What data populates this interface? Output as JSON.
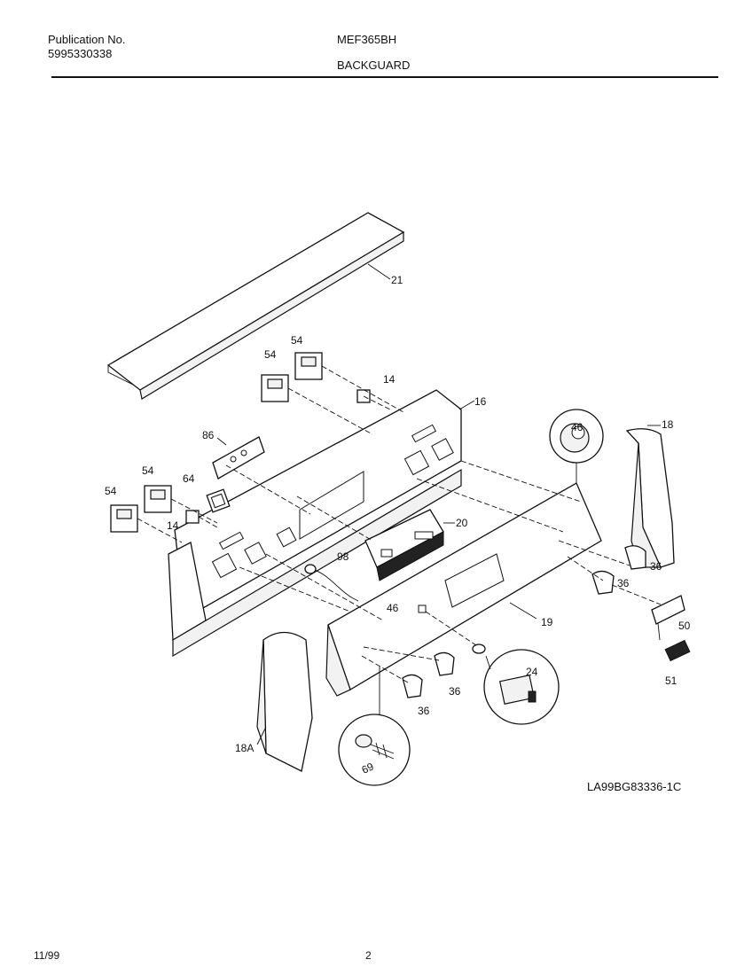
{
  "header": {
    "publication_label": "Publication No.",
    "publication_number": "5995330338",
    "model": "MEF365BH",
    "section": "BACKGUARD"
  },
  "diagram": {
    "reference_code": "LA99BG83336-1C",
    "callouts": [
      "21",
      "54",
      "54",
      "14",
      "16",
      "86",
      "64",
      "54",
      "54",
      "14",
      "46",
      "18",
      "20",
      "98",
      "36",
      "36",
      "46",
      "19",
      "50",
      "24",
      "51",
      "36",
      "36",
      "18A",
      "69"
    ]
  },
  "footer": {
    "date": "11/99",
    "page": "2"
  }
}
